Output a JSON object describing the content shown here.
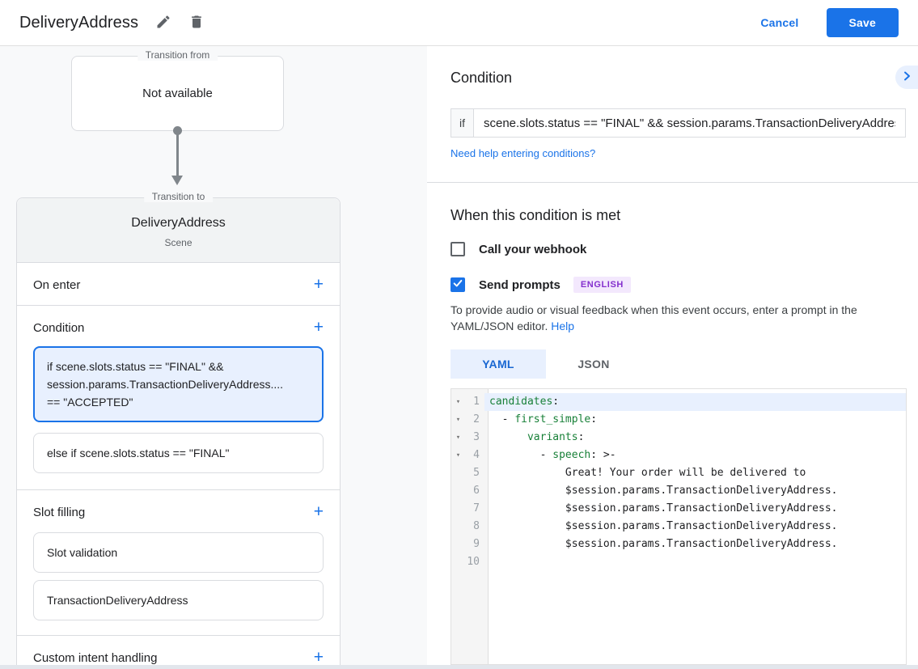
{
  "header": {
    "title": "DeliveryAddress",
    "cancel_label": "Cancel",
    "save_label": "Save"
  },
  "icons": {
    "add": "+"
  },
  "graph": {
    "transition_from": {
      "legend": "Transition from",
      "content": "Not available"
    },
    "transition_to": {
      "legend": "Transition to",
      "scene_name": "DeliveryAddress",
      "scene_type": "Scene",
      "on_enter": {
        "label": "On enter"
      },
      "condition": {
        "label": "Condition",
        "cards": [
          {
            "selected": true,
            "lines": [
              "if scene.slots.status == \"FINAL\" &&",
              "session.params.TransactionDeliveryAddress....",
              "== \"ACCEPTED\""
            ]
          },
          {
            "selected": false,
            "lines": [
              "else if scene.slots.status == \"FINAL\""
            ]
          }
        ]
      },
      "slot_filling": {
        "label": "Slot filling",
        "cards": [
          "Slot validation",
          "TransactionDeliveryAddress"
        ]
      },
      "custom_intent": {
        "label": "Custom intent handling"
      }
    }
  },
  "condition_panel": {
    "title": "Condition",
    "if_label": "if",
    "expression": "scene.slots.status == \"FINAL\" && session.params.TransactionDeliveryAddress",
    "help_link": "Need help entering conditions?"
  },
  "when_met": {
    "title": "When this condition is met",
    "webhook": {
      "label": "Call your webhook",
      "checked": false
    },
    "prompts": {
      "label": "Send prompts",
      "checked": true,
      "badge": "ENGLISH"
    },
    "description": "To provide audio or visual feedback when this event occurs, enter a prompt in the YAML/JSON editor.",
    "help_label": "Help"
  },
  "editor": {
    "tabs": [
      {
        "label": "YAML",
        "active": true
      },
      {
        "label": "JSON",
        "active": false
      }
    ],
    "active_line": 1,
    "fold_lines": [
      1,
      2,
      3,
      4
    ],
    "lines": [
      "candidates:",
      "  - first_simple:",
      "      variants:",
      "        - speech: >-",
      "            Great! Your order will be delivered to",
      "            $session.params.TransactionDeliveryAddress.",
      "            $session.params.TransactionDeliveryAddress.",
      "            $session.params.TransactionDeliveryAddress.",
      "            $session.params.TransactionDeliveryAddress.",
      ""
    ]
  },
  "colors": {
    "accent": "#1a73e8",
    "selection_bg": "#e8f0fe",
    "yaml_key_green": "#188038",
    "badge_text": "#8430ce",
    "badge_bg": "#f3e8fd"
  }
}
